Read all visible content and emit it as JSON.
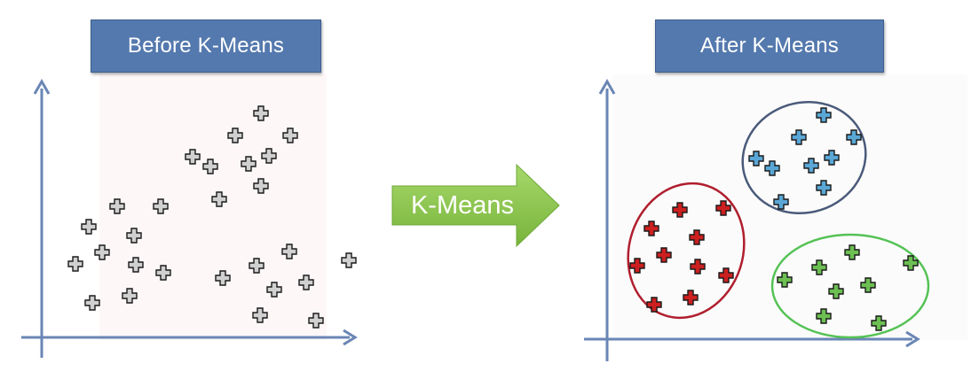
{
  "before": {
    "title": "Before K-Means"
  },
  "after": {
    "title": "After K-Means"
  },
  "arrow": {
    "label": "K-Means"
  },
  "colors": {
    "title_box": "#5479ae",
    "axis": "#6a86b5",
    "arrow_fill": "#8ac74a",
    "unclustered_point": "#d0d0d0",
    "cluster_blue": "#5aa7d6",
    "cluster_blue_ellipse": "#4a5a7a",
    "cluster_red": "#cc1f1f",
    "cluster_red_ellipse": "#b01e2e",
    "cluster_green": "#6cbf52",
    "cluster_green_ellipse": "#55c255"
  },
  "icons": {
    "point_marker": "plus-icon",
    "axis_arrow": "arrow-up-icon",
    "transform_arrow": "arrow-right-icon"
  }
}
